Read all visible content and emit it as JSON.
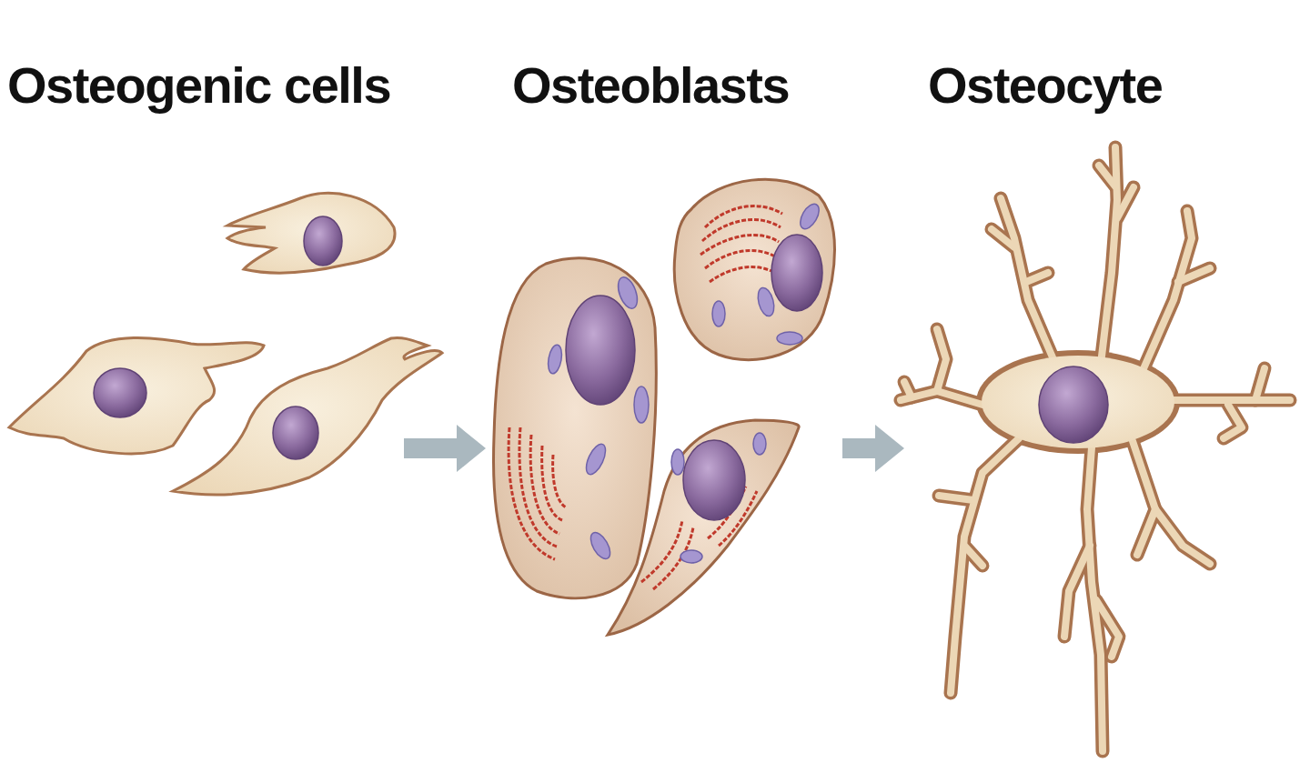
{
  "diagram": {
    "nodes": [
      {
        "text": [
          "Osteogenic cells"
        ]
      },
      {
        "text": [
          "Osteoblasts"
        ]
      },
      {
        "text": [
          "Osteocyte"
        ]
      }
    ],
    "edges": [
      {
        "from": 0,
        "to": 1,
        "arrow": "to"
      },
      {
        "from": 1,
        "to": 2,
        "arrow": "to"
      }
    ]
  }
}
